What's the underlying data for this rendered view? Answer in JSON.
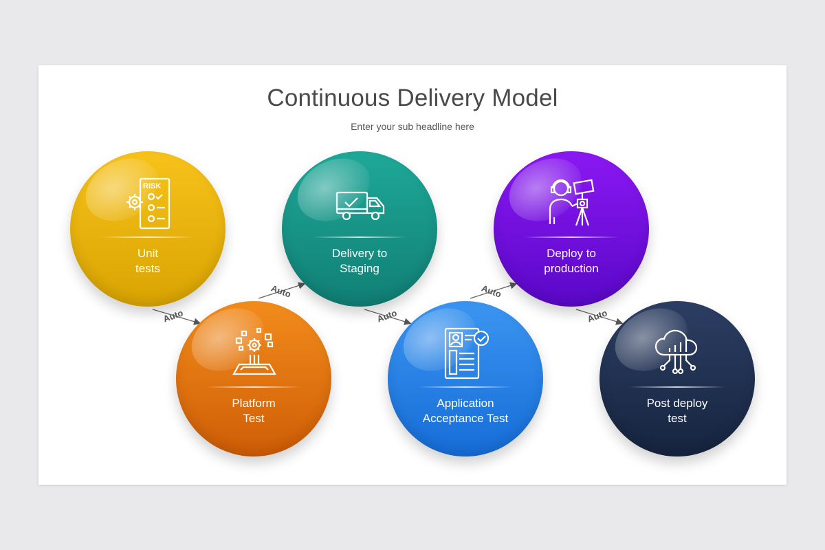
{
  "title": "Continuous Delivery Model",
  "subtitle": "Enter your sub headline here",
  "nodes": [
    {
      "line1": "Unit",
      "line2": "tests",
      "icon": "risk-checklist-icon",
      "color_top": "#f7c21a",
      "color_bottom": "#d9a402"
    },
    {
      "line1": "Platform",
      "line2": "Test",
      "icon": "gear-platform-icon",
      "color_top": "#f28c1c",
      "color_bottom": "#cf5d06"
    },
    {
      "line1": "Delivery to",
      "line2": "Staging",
      "icon": "delivery-truck-icon",
      "color_top": "#1ea898",
      "color_bottom": "#117f74"
    },
    {
      "line1": "Application",
      "line2": "Acceptance Test",
      "icon": "profile-document-icon",
      "color_top": "#3b95f0",
      "color_bottom": "#166dd8"
    },
    {
      "line1": "Deploy to",
      "line2": "production",
      "icon": "camera-operator-icon",
      "color_top": "#8a18f2",
      "color_bottom": "#5a08c8"
    },
    {
      "line1": "Post deploy",
      "line2": "test",
      "icon": "cloud-chart-icon",
      "color_top": "#2c3e63",
      "color_bottom": "#16243f"
    }
  ],
  "connectors": [
    "Auto",
    "Auto",
    "Auto",
    "Auto",
    "Auto"
  ]
}
